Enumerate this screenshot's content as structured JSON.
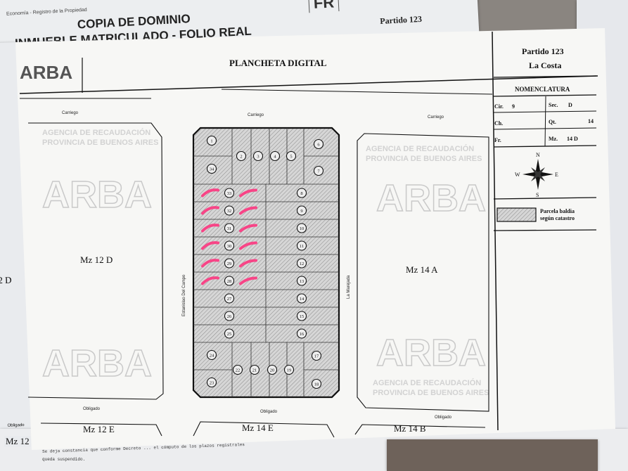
{
  "background_doc": {
    "header_small": "Economía - Registro de la Propiedad",
    "title_line1": "COPIA DE DOMINIO",
    "title_line2": "INMUEBLE MATRICULADO - FOLIO REAL",
    "code": "FR",
    "partido_behind": "Partido 123",
    "footer_text1": "Se deja constancia que conforme Decreto ... el cómputo de los plazos registrales",
    "footer_text2": "queda suspendido.",
    "left_mz": "Mz 12",
    "left_mz_d": "2 D",
    "left_obligado": "Obligado"
  },
  "plancheta": {
    "logo": "ARBA",
    "title": "PLANCHETA DIGITAL",
    "watermark": "ARBA",
    "watermark_sub1": "AGENCIA DE RECAUDACIÓN",
    "watermark_sub2": "PROVINCIA DE BUENOS AIRES",
    "streets": {
      "top_left": "Carriego",
      "top_center": "Carriego",
      "top_right": "Carriego",
      "left": "Estanislao Del Campo",
      "right": "La Marejada",
      "bottom_left": "Obligado",
      "bottom_center": "Obligado",
      "bottom_right": "Obligado"
    },
    "blocks": {
      "left": "Mz 12 D",
      "right": "Mz 14 A",
      "bottom_left": "Mz 12 E",
      "bottom_center": "Mz 14 E",
      "bottom_right": "Mz 14 B"
    },
    "parcels": {
      "top_left": [
        "1",
        "34"
      ],
      "top_middle": [
        "2",
        "3",
        "4",
        "5"
      ],
      "top_right": [
        "6",
        "7"
      ],
      "left_rows": [
        "33",
        "32",
        "31",
        "30",
        "29",
        "28",
        "27",
        "26",
        "25"
      ],
      "right_rows": [
        "8",
        "9",
        "10",
        "11",
        "12",
        "13",
        "14",
        "15",
        "16"
      ],
      "bottom_left": [
        "24",
        "23"
      ],
      "bottom_middle": [
        "22",
        "21",
        "20",
        "19"
      ],
      "bottom_right": [
        "17",
        "18"
      ],
      "highlighted": [
        "33",
        "32",
        "31",
        "30",
        "29",
        "28"
      ]
    },
    "info": {
      "partido": "Partido 123",
      "localidad": "La Costa",
      "nomenclatura_title": "NOMENCLATURA",
      "cir_label": "Cir.",
      "cir_value": "9",
      "sec_label": "Sec.",
      "sec_value": "D",
      "ch_label": "Ch.",
      "ch_value": "",
      "qt_label": "Qt.",
      "qt_value": "14",
      "fr_label": "Fr.",
      "fr_value": "",
      "mz_label": "Mz.",
      "mz_value": "14 D",
      "compass": {
        "n": "N",
        "s": "S",
        "e": "E",
        "w": "W"
      },
      "legend_label1": "Parcela baldia",
      "legend_label2": "según catastro"
    },
    "colors": {
      "highlight": "#ff2d7a",
      "hatch": "#9a9a9a",
      "ink": "#111111"
    }
  }
}
